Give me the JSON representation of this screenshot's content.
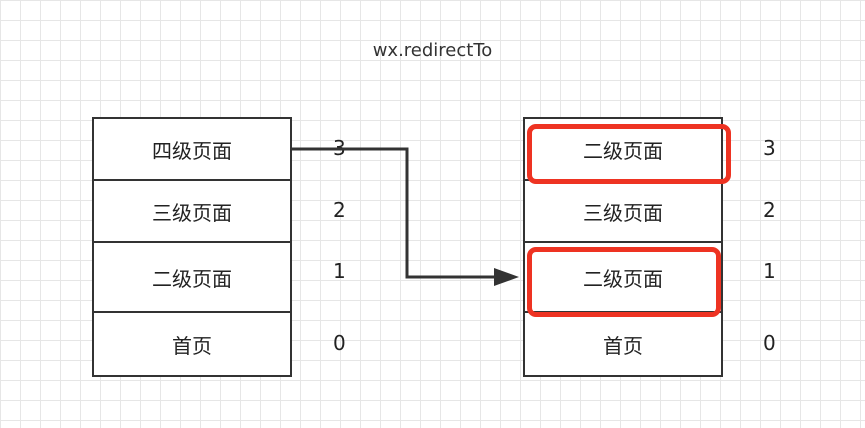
{
  "title": "wx.redirectTo",
  "left_stack": [
    {
      "label": "四级页面",
      "index": "3"
    },
    {
      "label": "三级页面",
      "index": "2"
    },
    {
      "label": "二级页面",
      "index": "1"
    },
    {
      "label": "首页",
      "index": "0"
    }
  ],
  "right_stack": [
    {
      "label": "二级页面",
      "index": "3"
    },
    {
      "label": "三级页面",
      "index": "2"
    },
    {
      "label": "二级页面",
      "index": "1"
    },
    {
      "label": "首页",
      "index": "0"
    }
  ],
  "colors": {
    "highlight": "#ee3322",
    "stroke": "#333333"
  }
}
